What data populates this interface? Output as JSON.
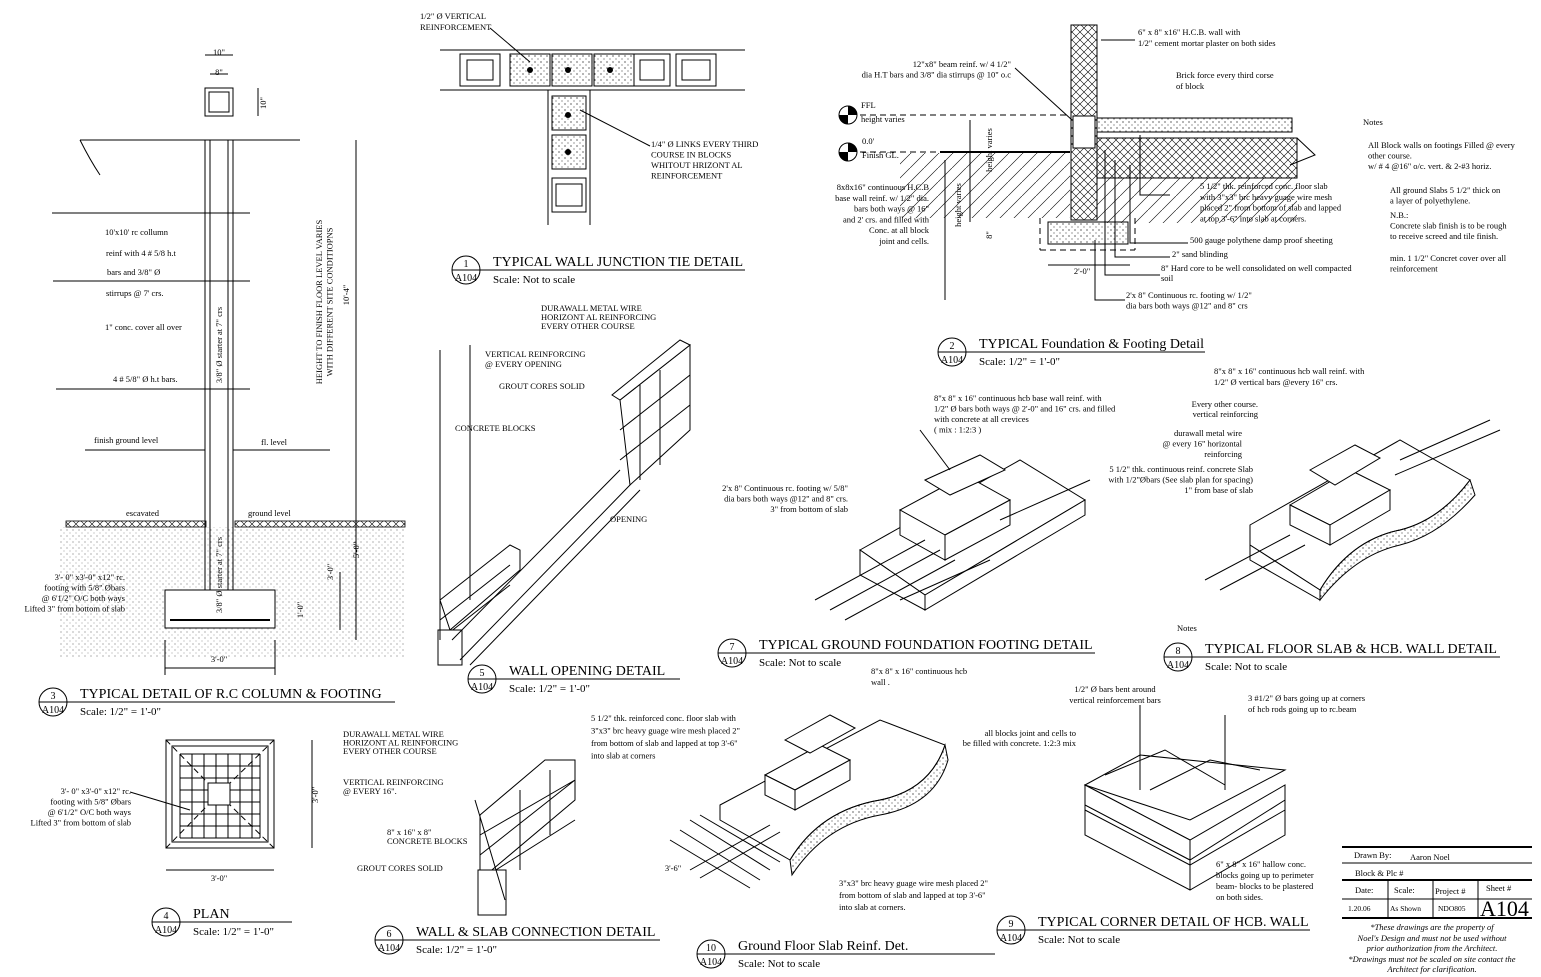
{
  "sheet": "A104",
  "details": [
    {
      "number": "1",
      "sheet": "A104",
      "title": "TYPICAL WALL JUNCTION TIE DETAIL",
      "scale": "Scale: Not to scale"
    },
    {
      "number": "2",
      "sheet": "A104",
      "title": "TYPICAL Foundation & Footing Detail",
      "scale": "Scale: 1/2\" = 1'-0\""
    },
    {
      "number": "3",
      "sheet": "A104",
      "title": "TYPICAL DETAIL OF R.C COLUMN & FOOTING",
      "scale": "Scale: 1/2\" = 1'-0\""
    },
    {
      "number": "4",
      "sheet": "A104",
      "title": "PLAN",
      "scale": "Scale: 1/2\" = 1'-0\""
    },
    {
      "number": "5",
      "sheet": "A104",
      "title": "WALL OPENING DETAIL",
      "scale": "Scale: 1/2\" = 1'-0\""
    },
    {
      "number": "6",
      "sheet": "A104",
      "title": "WALL & SLAB CONNECTION DETAIL",
      "scale": "Scale: 1/2\" = 1'-0\""
    },
    {
      "number": "7",
      "sheet": "A104",
      "title": "TYPICAL GROUND FOUNDATION FOOTING DETAIL",
      "scale": "Scale: Not to scale"
    },
    {
      "number": "8",
      "sheet": "A104",
      "title": "TYPICAL FLOOR SLAB & HCB. WALL DETAIL",
      "scale": "Scale: Not to scale"
    },
    {
      "number": "9",
      "sheet": "A104",
      "title": "TYPICAL CORNER DETAIL OF HCB. WALL",
      "scale": "Scale: Not to scale"
    },
    {
      "number": "10",
      "sheet": "A104",
      "title": "Ground Floor Slab Reinf. Det.",
      "scale": "Scale: Not to scale"
    }
  ],
  "annotations": {
    "col_dim_top": [
      "10\"",
      "8\""
    ],
    "col_dim_side": [
      "10\""
    ],
    "col_a": [
      "10'x10' rc collumn"
    ],
    "col_b": [
      "reinf with 4 # 5/8 h.t"
    ],
    "col_c": [
      "bars and 3/8\" Ø"
    ],
    "col_d": [
      "stirrups @ 7' crs."
    ],
    "col_e": [
      "1\" conc. cover all over"
    ],
    "col_f": [
      "4 # 5/8\" Ø h.t bars."
    ],
    "col_fgl": [
      "finish ground level"
    ],
    "col_fl": [
      "fl. level"
    ],
    "col_esc": [
      "escavated"
    ],
    "col_gl": [
      "ground level"
    ],
    "col_footing": [
      "3'- 0\" x3'-0\" x12\" rc.",
      "footing with 5/8\" Øbars",
      "@ 6'1/2\" O/C both ways",
      "Lifted 3\" from bottom of slab"
    ],
    "col_starter1": [
      "3/8\" Ø starter at 7\" crs"
    ],
    "col_starter2": [
      "3/8\" Ø starter at 7\" crs"
    ],
    "col_height": [
      "HEIGHT TO FINISH FLOOR LEVEL VARIES",
      "WITH DIFFERENT SITE CONDITIOPNS"
    ],
    "col_104": [
      "10'-4\""
    ],
    "col_50": [
      "5'-0\""
    ],
    "col_30v": [
      "3'-0\""
    ],
    "col_10": [
      "1'-0\""
    ],
    "col_30h": [
      "3'-0\""
    ],
    "plan_footing": [
      "3'- 0\" x3'-0\" x12\" rc.",
      "footing with 5/8\" Øbars",
      "@ 6'1/2\" O/C both ways",
      "Lifted 3\" from bottom of slab"
    ],
    "plan_30v": [
      "3'-0\""
    ],
    "plan_30h": [
      "3'-0\""
    ],
    "d1_vert": [
      "1/2\" Ø VERTICAL",
      "REINFORCEMENT"
    ],
    "d1_links": [
      "1/4\" Ø LINKS EVERY THIRD",
      "COURSE IN BLOCKS",
      "WHITOUT HRIZONT AL",
      "REINFORCEMENT"
    ],
    "d5_dura": [
      "DURAWALL METAL WIRE",
      "HORIZONT AL REINFORCING",
      "EVERY OTHER COURSE"
    ],
    "d5_vert": [
      "VERTICAL REINFORCING",
      "@ EVERY OPENING"
    ],
    "d5_grout": [
      "GROUT CORES SOLID"
    ],
    "d5_blocks": [
      "CONCRETE BLOCKS"
    ],
    "d5_opening": [
      "OPENING"
    ],
    "d6_dura": [
      "DURAWALL METAL WIRE",
      "HORIZONT AL REINFORCING",
      "EVERY OTHER COURSE"
    ],
    "d6_vert": [
      "VERTICAL REINFORCING",
      "@ EVERY 16\"."
    ],
    "d6_blocks": [
      "8\" x 16\" x 8\"",
      "CONCRETE BLOCKS"
    ],
    "d6_grout": [
      "GROUT CORES SOLID"
    ],
    "d2_wall": [
      "6\" x 8\" x16\" H.C.B. wall with",
      "1/2\" cement mortar plaster on both sides"
    ],
    "d2_beam": [
      "12\"x8\"  beam reinf. w/ 4 1/2\"",
      "dia H.T bars and 3/8\" dia stirrups @ 10\" o.c"
    ],
    "d2_brick": [
      "Brick force every third corse",
      "of block"
    ],
    "d2_ffl": [
      "FFL",
      "height varies"
    ],
    "d2_gl": [
      "0.0'",
      "Finish GL."
    ],
    "d2_base": [
      "8x8x16\" continuous H.C.B",
      "base wall reinf. w/ 1/2\" dia.",
      "bars both ways @ 16\"",
      "and 2' crs. and filled with",
      "Conc. at all block",
      "joint and cells."
    ],
    "d2_hv1": [
      "height varies"
    ],
    "d2_hv2": [
      "height varies"
    ],
    "d2_8": [
      "8\""
    ],
    "d2_20": [
      "2'-0\""
    ],
    "d2_slab": [
      "5 1/2\" thk. reinforced conc. floor slab",
      "with 3\"x3\" brc heavy guage wire mesh",
      "placed 2\" from bottom of slab and lapped",
      "at top 3'-6\" into slab at corners."
    ],
    "d2_poly": [
      "500 gauge polythene damp proof sheeting"
    ],
    "d2_sand": [
      "2\" sand blinding"
    ],
    "d2_hard": [
      "8\" Hard core to be well consolidated on well compacted",
      "soil"
    ],
    "d2_footing": [
      "2'x 8\"  Continuous rc. footing w/ 1/2\"",
      "dia bars both ways @12\" and 8\" crs"
    ],
    "notes_title": [
      "Notes"
    ],
    "notes_1": [
      "All Block walls on footings  Filled @ every",
      "other course.",
      "w/ # 4 @16\" o/c. vert. & 2-#3 horiz."
    ],
    "notes_2": [
      "All ground Slabs 5 1/2\" thick on",
      "a layer of polyethylene."
    ],
    "notes_3": [
      "N.B.:",
      "Concrete slab finish is to be rough",
      "to receive screed and tile finish."
    ],
    "notes_4": [
      "min. 1 1/2\"  Concret cover over all",
      "reinforcement"
    ],
    "d7_base": [
      "8\"x 8\" x 16\" continuous hcb base wall reinf. with",
      "1/2\" Ø bars both ways @ 2'-0\" and 16\" crs. and filled",
      "with concrete at all crevices",
      "( mix : 1:2:3 )"
    ],
    "d7_footing": [
      "2'x 8\"  Continuous rc. footing w/ 5/8\"",
      "dia bars both ways @12\" and 8\" crs.",
      "3\" from bottom of slab"
    ],
    "d8_wall": [
      "8\"x 8\" x 16\" continuous hcb  wall reinf. with",
      "1/2\" Ø vertical bars  @every 16\" crs."
    ],
    "d8_every": [
      "Every other course.",
      "vertical reinforcing"
    ],
    "d8_dura": [
      "durawall metal wire",
      "@ every 16\" horizontal",
      "reinforcing"
    ],
    "d8_slab": [
      "5 1/2\" thk. continuous reinf. concrete Slab",
      "with 1/2\"Øbars (See slab  plan for spacing)",
      "1\" from base of slab"
    ],
    "d8_notes": [
      "Notes"
    ],
    "d10_wall": [
      "8\"x 8\" x 16\" continuous hcb",
      "wall ."
    ],
    "d10_slab": [
      "5 1/2\" thk. reinforced conc. floor slab with",
      "3\"x3\" brc heavy guage wire mesh placed 2\"",
      "from bottom of slab and lapped at top 3'-6\"",
      "into slab at corners"
    ],
    "d10_mesh": [
      "3\"x3\" brc heavy guage wire mesh placed 2\"",
      "from bottom of slab and lapped at top 3'-6\"",
      "into slab at corners."
    ],
    "d10_36": [
      "3'-6\""
    ],
    "d9_bent": [
      "1/2\" Ø bars bent around",
      "vertical reinforcement bars"
    ],
    "d9_corner": [
      "3 #1/2\" Ø bars going up at corners",
      "of hcb rods going up to rc.beam"
    ],
    "d9_fill": [
      "all blocks joint and cells to",
      "be filled with concrete. 1:2:3 mix"
    ],
    "d9_hollow": [
      "6\" x 8\" x 16\" hallow conc.",
      "blocks going up to perimeter",
      "beam- blocks to be plastered",
      "on both sides."
    ]
  },
  "title_block": {
    "drawn_by_label": "Drawn By:",
    "drawn_by": "Aaron Noel",
    "block_label": "Block & Plc #",
    "date_label": "Date:",
    "scale_label": "Scale:",
    "project_label": "Project #",
    "sheet_label": "Sheet #",
    "date": "1.20.06",
    "scale": "As Shown",
    "project": "NDO805",
    "sheet": "A104",
    "disclaimer": [
      "*These drawings are the property of",
      "Noel's Design and must not be used without",
      "prior authorization from the Architect.",
      "*Drawings must not be scaled on site contact the",
      "Architect for clarification."
    ]
  }
}
